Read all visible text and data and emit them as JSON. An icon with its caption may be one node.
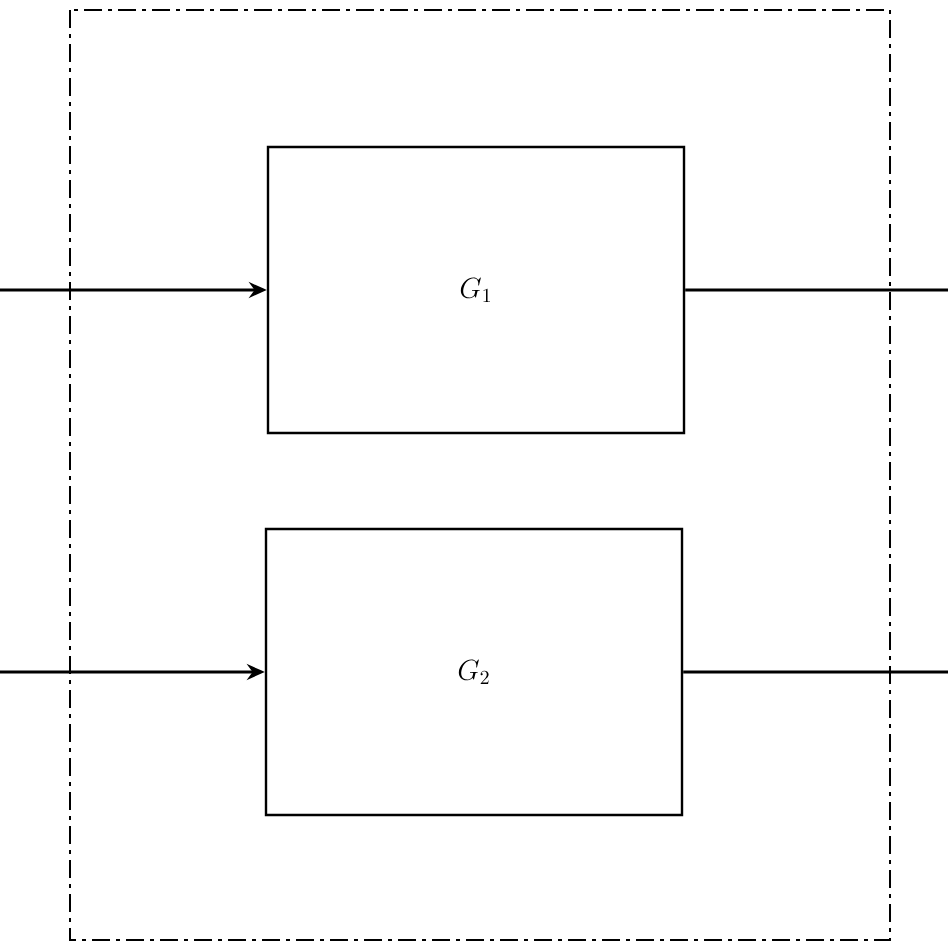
{
  "diagram": {
    "nodes": [
      {
        "text": [
          "G_1"
        ]
      },
      {
        "text": [
          "G_2"
        ]
      }
    ],
    "edges": [
      {
        "from": null,
        "to": 0,
        "arrow": "to"
      },
      {
        "from": 0,
        "to": null,
        "arrow": "none"
      },
      {
        "from": null,
        "to": 1,
        "arrow": "to"
      },
      {
        "from": 1,
        "to": null,
        "arrow": "none"
      }
    ]
  }
}
